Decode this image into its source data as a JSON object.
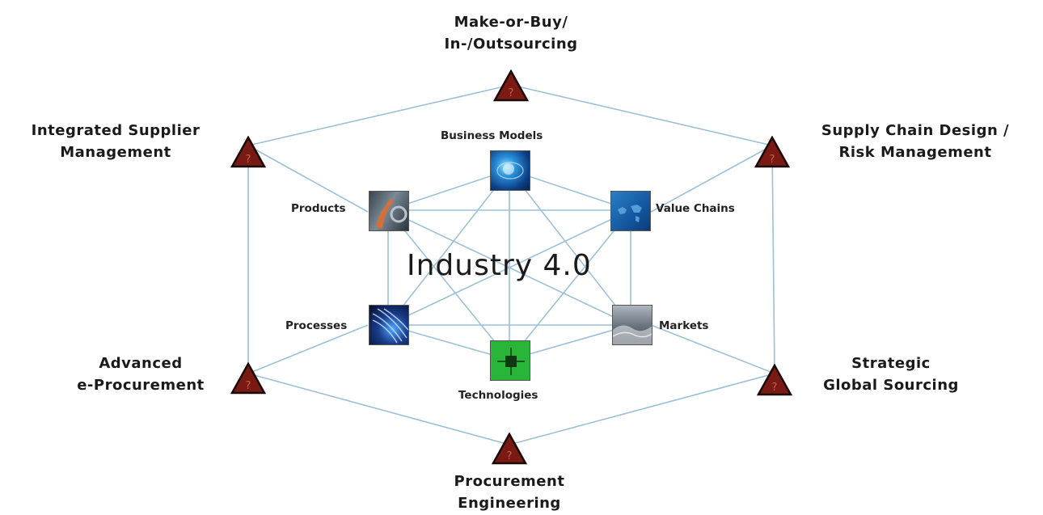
{
  "center_title": "Industry 4.0",
  "outer_nodes": {
    "top": [
      "Make-or-Buy/",
      "In-/Outsourcing"
    ],
    "top_left": [
      "Integrated Supplier",
      "Management"
    ],
    "top_right": [
      "Supply Chain Design /",
      "Risk Management"
    ],
    "bottom_left": [
      "Advanced",
      "e-Procurement"
    ],
    "bottom_right": [
      "Strategic",
      "Global Sourcing"
    ],
    "bottom": [
      "Procurement",
      "Engineering"
    ]
  },
  "inner_nodes": {
    "business_models": "Business Models",
    "products": "Products",
    "value_chains": "Value Chains",
    "processes": "Processes",
    "markets": "Markets",
    "technologies": "Technologies"
  },
  "marker_glyph": "?",
  "colors": {
    "line": "#9cc0d8",
    "triangle": "#7a1a14",
    "triangle_outline": "#1a0a08",
    "text": "#1a1a1a"
  }
}
